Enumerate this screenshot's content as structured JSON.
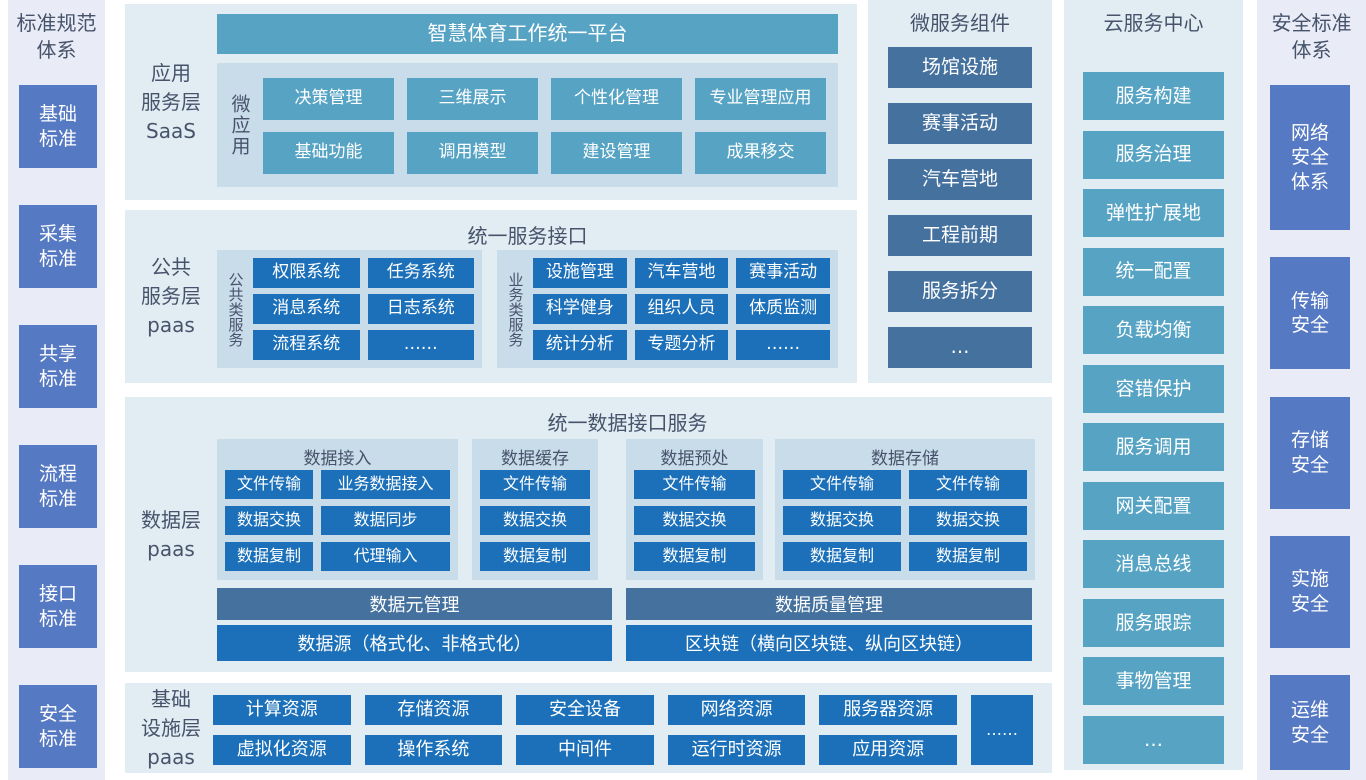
{
  "palette": {
    "teal": "#56A3C4",
    "bright_blue": "#1B70B9",
    "slate_blue": "#45719E",
    "periwinkle": "#5579C2",
    "panel_bg": "#E2EDF3",
    "inner_container_bg": "#C9DCEA",
    "strip_bg": "#E9ECF6",
    "label_text": "#47536B"
  },
  "left_panel": {
    "title": "标准规范\n体系",
    "items": [
      "基础\n标准",
      "采集\n标准",
      "共享\n标准",
      "流程\n标准",
      "接口\n标准",
      "安全\n标准"
    ]
  },
  "saas_layer": {
    "label": "应用\n服务层\nSaaS",
    "platform_header": "智慧体育工作统一平台",
    "micro_label": "微应用",
    "apps": [
      "决策管理",
      "三维展示",
      "个性化管理",
      "专业管理应用",
      "基础功能",
      "调用模型",
      "建设管理",
      "成果移交"
    ]
  },
  "public_layer": {
    "label": "公共\n服务层\npaas",
    "title": "统一服务接口",
    "common": {
      "label": "公共类服务",
      "items": [
        "权限系统",
        "任务系统",
        "消息系统",
        "日志系统",
        "流程系统",
        "……"
      ]
    },
    "business": {
      "label": "业务类服务",
      "items": [
        "设施管理",
        "汽车营地",
        "赛事活动",
        "科学健身",
        "组织人员",
        "体质监测",
        "统计分析",
        "专题分析",
        "……"
      ]
    }
  },
  "data_layer": {
    "label": "数据层\npaas",
    "title": "统一数据接口服务",
    "access": {
      "title": "数据接入",
      "items": [
        "文件传输",
        "业务数据接入",
        "数据交换",
        "数据同步",
        "数据复制",
        "代理输入"
      ]
    },
    "cache": {
      "title": "数据缓存",
      "items": [
        "文件传输",
        "数据交换",
        "数据复制"
      ]
    },
    "preprocess": {
      "title": "数据预处",
      "items": [
        "文件传输",
        "数据交换",
        "数据复制"
      ]
    },
    "storage": {
      "title": "数据存储",
      "items": [
        "文件传输",
        "文件传输",
        "数据交换",
        "数据交换",
        "数据复制",
        "数据复制"
      ]
    },
    "bars": {
      "meta": "数据元管理",
      "quality": "数据质量管理",
      "source": "数据源（格式化、非格式化）",
      "blockchain": "区块链（横向区块链、纵向区块链）"
    }
  },
  "infra_layer": {
    "label": "基础\n设施层\npaas",
    "items": [
      "计算资源",
      "存储资源",
      "安全设备",
      "网络资源",
      "服务器资源",
      "虚拟化资源",
      "操作系统",
      "中间件",
      "运行时资源",
      "应用资源"
    ],
    "ellipsis": "……"
  },
  "micro_panel": {
    "title": "微服务组件",
    "items": [
      "场馆设施",
      "赛事活动",
      "汽车营地",
      "工程前期",
      "服务拆分",
      "…"
    ]
  },
  "cloud_panel": {
    "title": "云服务中心",
    "items": [
      "服务构建",
      "服务治理",
      "弹性扩展地",
      "统一配置",
      "负载均衡",
      "容错保护",
      "服务调用",
      "网关配置",
      "消息总线",
      "服务跟踪",
      "事物管理",
      "…"
    ]
  },
  "security_panel": {
    "title": "安全标准\n体系",
    "items": [
      "网络\n安全\n体系",
      "传输\n安全",
      "存储\n安全",
      "实施\n安全",
      "运维\n安全"
    ]
  }
}
